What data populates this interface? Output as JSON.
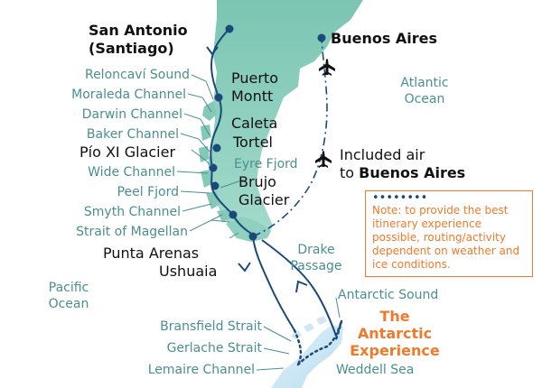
{
  "ports": {
    "san_antonio_line1": "San Antonio",
    "san_antonio_line2": "(Santiago)",
    "buenos_aires": "Buenos Aires",
    "puerto_montt_line1": "Puerto",
    "puerto_montt_line2": "Montt",
    "caleta_tortel_line1": "Caleta",
    "caleta_tortel_line2": "Tortel",
    "pio_xi": "Pío XI Glacier",
    "brujo_line1": "Brujo",
    "brujo_line2": "Glacier",
    "punta_arenas": "Punta Arenas",
    "ushuaia": "Ushuaia"
  },
  "channels": {
    "reloncavi": "Reloncaví Sound",
    "moraleda": "Moraleda Channel",
    "darwin": "Darwin Channel",
    "baker": "Baker Channel",
    "wide": "Wide Channel",
    "eyre": "Eyre Fjord",
    "peel": "Peel Fjord",
    "smyth": "Smyth Channel",
    "magellan": "Strait of Magellan"
  },
  "antarctic": {
    "bransfield": "Bransfield Strait",
    "gerlache": "Gerlache Strait",
    "lemaire": "Lemaire Channel",
    "sound": "Antarctic Sound",
    "weddell": "Weddell Sea",
    "experience_line1": "The",
    "experience_line2": "Antarctic",
    "experience_line3": "Experience"
  },
  "oceans": {
    "atlantic_line1": "Atlantic",
    "atlantic_line2": "Ocean",
    "pacific_line1": "Pacific",
    "pacific_line2": "Ocean",
    "drake_line1": "Drake",
    "drake_line2": "Passage"
  },
  "flight": {
    "line1": "Included air",
    "line2_prefix": "to ",
    "line2_bold": "Buenos Aires"
  },
  "note": {
    "text": "Note: to provide the best itinerary experience possible, routing/activity dependent on weather and ice conditions."
  },
  "colors": {
    "land": "#8fcfc0",
    "route": "#1b4a7a",
    "port_text": "#111111",
    "channel_text": "#4a8f8f",
    "ocean_text": "#4a8f8f",
    "accent": "#f07a2a"
  },
  "icons": [
    "airplane-icon",
    "moon-icon",
    "port-marker-icon"
  ]
}
